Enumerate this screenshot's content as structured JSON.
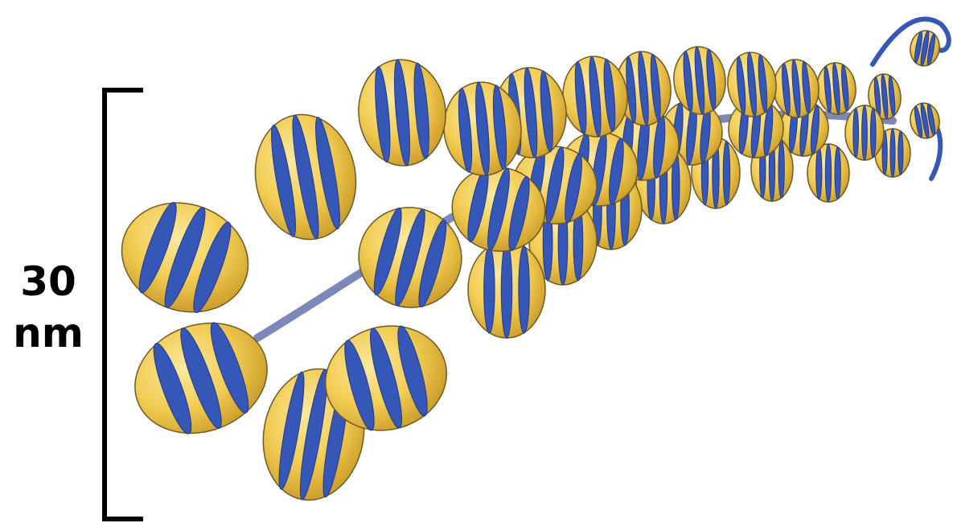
{
  "scale": {
    "value": "30",
    "unit": "nm"
  },
  "colors": {
    "background": "#ffffff",
    "histone_core": "#f2cc52",
    "histone_core_light": "#fbe9a0",
    "histone_core_shade": "#c99a26",
    "dna_strand": "#3557b8",
    "dna_strand_dark": "#23398a",
    "outline": "#6b5a2a",
    "bracket": "#000000"
  },
  "icons": {
    "fiber": "chromatin-30nm-fiber-illustration",
    "nucleosome": "nucleosome-icon",
    "linker": "linker-dna-icon"
  }
}
